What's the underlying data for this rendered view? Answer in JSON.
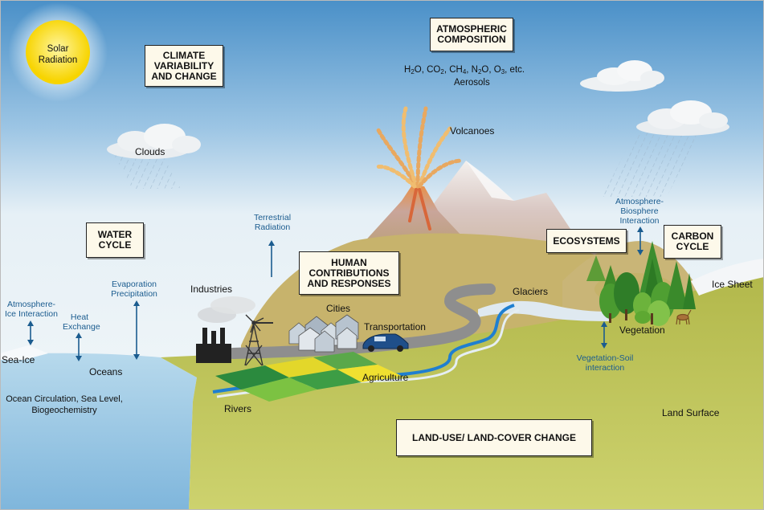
{
  "boxes": {
    "climate": "CLIMATE\nVARIABILITY\nAND CHANGE",
    "atmospheric": "ATMOSPHERIC\nCOMPOSITION",
    "water": "WATER\nCYCLE",
    "human": "HUMAN\nCONTRIBUTIONS\nAND RESPONSES",
    "ecosystems": "ECOSYSTEMS",
    "carbon": "CARBON\nCYCLE",
    "landuse": "LAND-USE/ LAND-COVER CHANGE"
  },
  "labels": {
    "solar": "Solar\nRadiation",
    "gases": {
      "h2o": "H",
      "h2o_sub": "2",
      "h2o_end": "O, ",
      "co2": "CO",
      "co2_sub": "2",
      "ch4": ", CH",
      "ch4_sub": "4",
      "n2o": ", N",
      "n2o_sub": "2",
      "n2o_end": "O, O",
      "o3_sub": "3",
      "etc": ", etc."
    },
    "aerosols": "Aerosols",
    "volcanoes": "Volcanoes",
    "clouds": "Clouds",
    "terrestrial": "Terrestrial\nRadiation",
    "atmo_biosphere": "Atmosphere-\nBiosphere\nInteraction",
    "ice_sheet": "Ice Sheet",
    "glaciers": "Glaciers",
    "industries": "Industries",
    "cities": "Cities",
    "transportation": "Transportation",
    "agriculture": "Agriculture",
    "rivers": "Rivers",
    "vegetation": "Vegetation",
    "veg_soil": "Vegetation-Soil\ninteraction",
    "land_surface": "Land Surface",
    "atmo_ice": "Atmosphere-\nIce Interaction",
    "heat": "Heat\nExchange",
    "evaporation": "Evaporation\nPrecipitation",
    "sea_ice": "Sea-Ice",
    "oceans": "Oceans",
    "ocean_circ": "Ocean Circulation, Sea Level,\nBiogeochemistry"
  },
  "colors": {
    "sky_top": "#4a90c8",
    "sky_bottom": "#f2f6f8",
    "ocean": "#9cc9e4",
    "land": "#b9bf54",
    "hill": "#c2ad6a",
    "river": "#1f7fd0",
    "road": "#8e8e8e",
    "sun": "#ffe23a",
    "lava": "#e07a3a",
    "box_fill": "#fdf9ea",
    "text_blue": "#1b5c8f"
  }
}
